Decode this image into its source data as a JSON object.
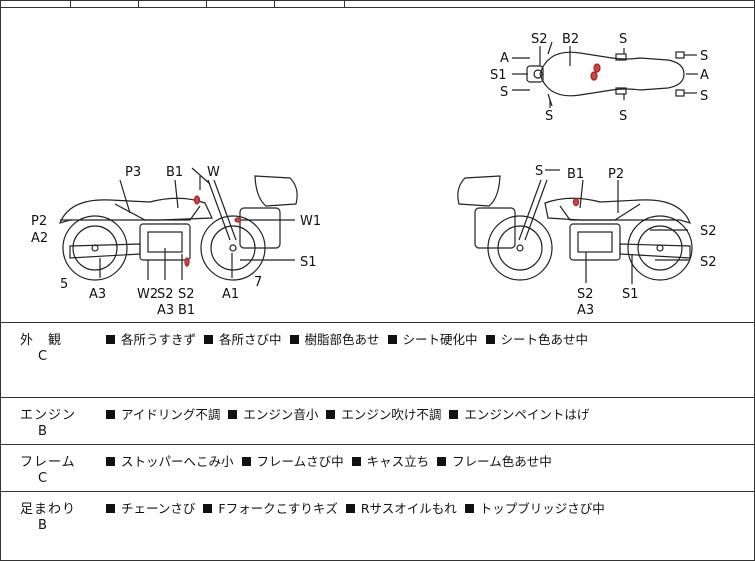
{
  "diagram": {
    "top_view_labels": {
      "a_left": "A",
      "s1_left": "S1",
      "s_left": "S",
      "s2_top": "S2",
      "b2_top": "B2",
      "s_top": "S",
      "s_right_top": "S",
      "a_right": "A",
      "s_right_bot": "S",
      "s_bottom_left": "S",
      "s_bottom_mid": "S"
    },
    "left_view_labels": {
      "p3": "P3",
      "b1": "B1",
      "w": "W",
      "p2": "P2",
      "a2": "A2",
      "w1": "W1",
      "s1": "S1",
      "five": "5",
      "seven": "7",
      "a3": "A3",
      "w2": "W2",
      "s2_a": "S2",
      "s2_b": "S2",
      "a3_b": "A3",
      "b1_b": "B1",
      "a1": "A1"
    },
    "right_view_labels": {
      "s": "S",
      "b1": "B1",
      "p2": "P2",
      "s2_top": "S2",
      "s2_bot": "S2",
      "s2_under": "S2",
      "s1": "S1",
      "a3": "A3"
    }
  },
  "sections": [
    {
      "category": "外　観",
      "grade": "C",
      "items": [
        "各所うすきず",
        "各所さび中",
        "樹脂部色あせ",
        "シート硬化中",
        "シート色あせ中"
      ]
    },
    {
      "category": "エンジン",
      "grade": "B",
      "items": [
        "アイドリング不調",
        "エンジン音小",
        "エンジン吹け不調",
        "エンジンペイントはげ"
      ]
    },
    {
      "category": "フレーム",
      "grade": "C",
      "items": [
        "ストッパーへこみ小",
        "フレームさび中",
        "キャス立ち",
        "フレーム色あせ中"
      ]
    },
    {
      "category": "足まわり",
      "grade": "B",
      "items": [
        "チェーンさび",
        "Fフォークこすりキズ",
        "Rサスオイルもれ",
        "トップブリッジさび中"
      ]
    }
  ]
}
